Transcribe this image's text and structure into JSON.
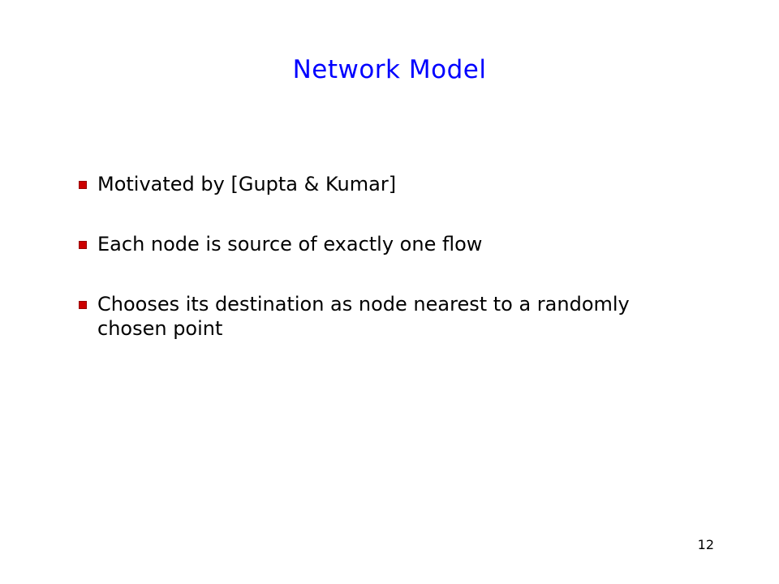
{
  "slide": {
    "title": "Network Model",
    "bullets": [
      {
        "text": "Motivated by [Gupta & Kumar]"
      },
      {
        "text": "Each node is source of exactly one flow"
      },
      {
        "text": "Chooses its destination as node nearest to a randomly chosen point"
      }
    ],
    "page_number": "12"
  },
  "colors": {
    "title": "#0000ff",
    "bullet_marker": "#cc0000",
    "body_text": "#000000",
    "background": "#ffffff"
  }
}
